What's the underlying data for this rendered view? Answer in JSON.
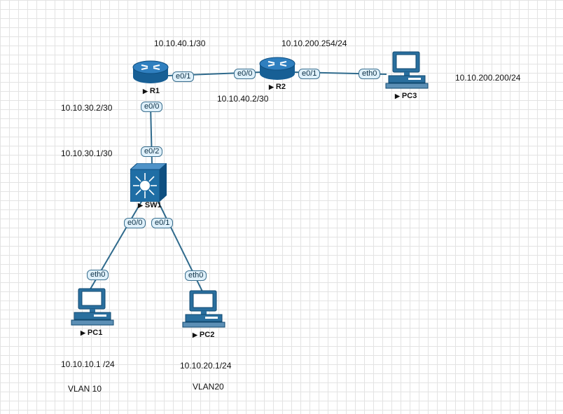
{
  "colors": {
    "link": "#2f6a8c",
    "device": "#1f6ea5",
    "port_bg": "#dff0fa"
  },
  "nodes": {
    "r1": {
      "name": "R1",
      "icon": "router-icon"
    },
    "r2": {
      "name": "R2",
      "icon": "router-icon"
    },
    "sw1": {
      "name": "SW1",
      "icon": "layer3-switch-icon"
    },
    "pc1": {
      "name": "PC1",
      "icon": "pc-icon"
    },
    "pc2": {
      "name": "PC2",
      "icon": "pc-icon"
    },
    "pc3": {
      "name": "PC3",
      "icon": "pc-icon"
    }
  },
  "ports": {
    "r1_e01": "e0/1",
    "r2_e00": "e0/0",
    "r2_e01": "e0/1",
    "pc3_eth0": "eth0",
    "r1_e00": "e0/0",
    "sw1_e02": "e0/2",
    "sw1_e00": "e0/0",
    "sw1_e01": "e0/1",
    "pc1_eth0": "eth0",
    "pc2_eth0": "eth0"
  },
  "addresses": {
    "r1_r2_top": "10.10.40.1/30",
    "r1_r2_bottom": "10.10.40.2/30",
    "r2_pc3_top": "10.10.200.254/24",
    "pc3": "10.10.200.200/24",
    "r1_down": "10.10.30.2/30",
    "sw1_up": "10.10.30.1/30",
    "pc1": "10.10.10.1 /24",
    "pc2": "10.10.20.1/24"
  },
  "vlans": {
    "pc1": "VLAN 10",
    "pc2": "VLAN20"
  }
}
